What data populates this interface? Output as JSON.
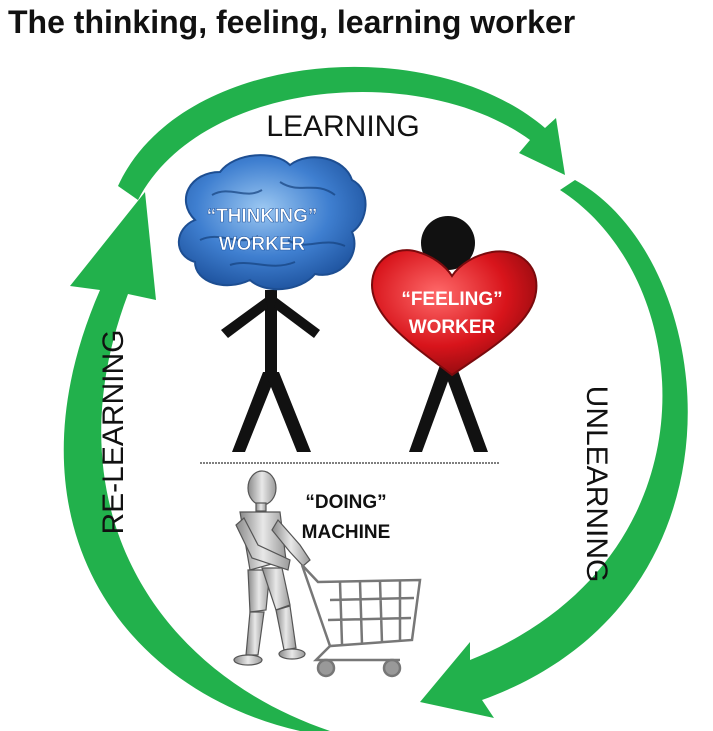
{
  "title": "The thinking, feeling, learning worker",
  "cycle": {
    "top_label": "LEARNING",
    "right_label": "UNLEARNING",
    "left_label": "RE-LEARNING"
  },
  "figures": {
    "thinking": {
      "line1": "“THINKING”",
      "line2": "WORKER"
    },
    "feeling": {
      "line1": "“FEELING”",
      "line2": "WORKER"
    },
    "doing": {
      "line1": "“DOING”",
      "line2": "MACHINE"
    }
  },
  "colors": {
    "arrow": "#22b14c",
    "brain": "#3f7fd0",
    "heart": "#d8141b",
    "figure": "#111111"
  },
  "icons": [
    "brain-icon",
    "heart-icon",
    "robot-icon",
    "shopping-cart-icon"
  ]
}
